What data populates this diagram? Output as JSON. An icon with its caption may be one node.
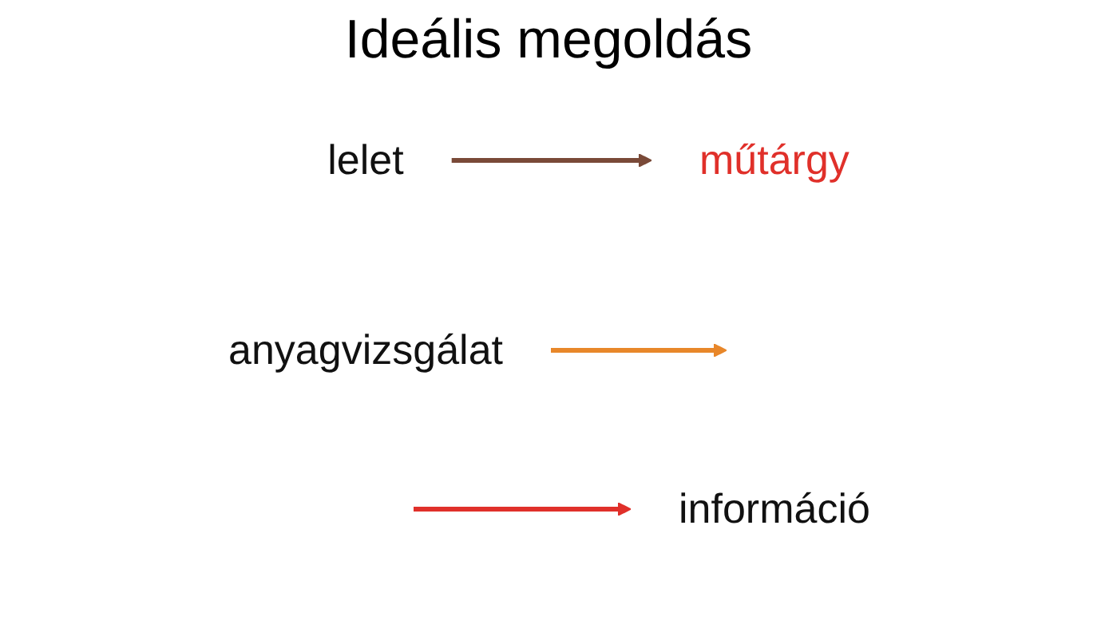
{
  "diagram": {
    "title": "Ideális megoldás",
    "nodes": [
      {
        "text": [
          "lelet"
        ]
      },
      {
        "text": [
          "műtárgy"
        ]
      },
      {
        "text": [
          "anyagvizsgálat"
        ]
      },
      {
        "text": [
          "információ"
        ]
      }
    ],
    "edges": [
      {
        "from": 0,
        "to": 1,
        "arrow": "to",
        "color": "#7a4a38"
      },
      {
        "from": 2,
        "to": null,
        "arrow": "to",
        "color": "#e8872a"
      },
      {
        "from": null,
        "to": 3,
        "arrow": "to",
        "color": "#e0302a"
      }
    ]
  }
}
